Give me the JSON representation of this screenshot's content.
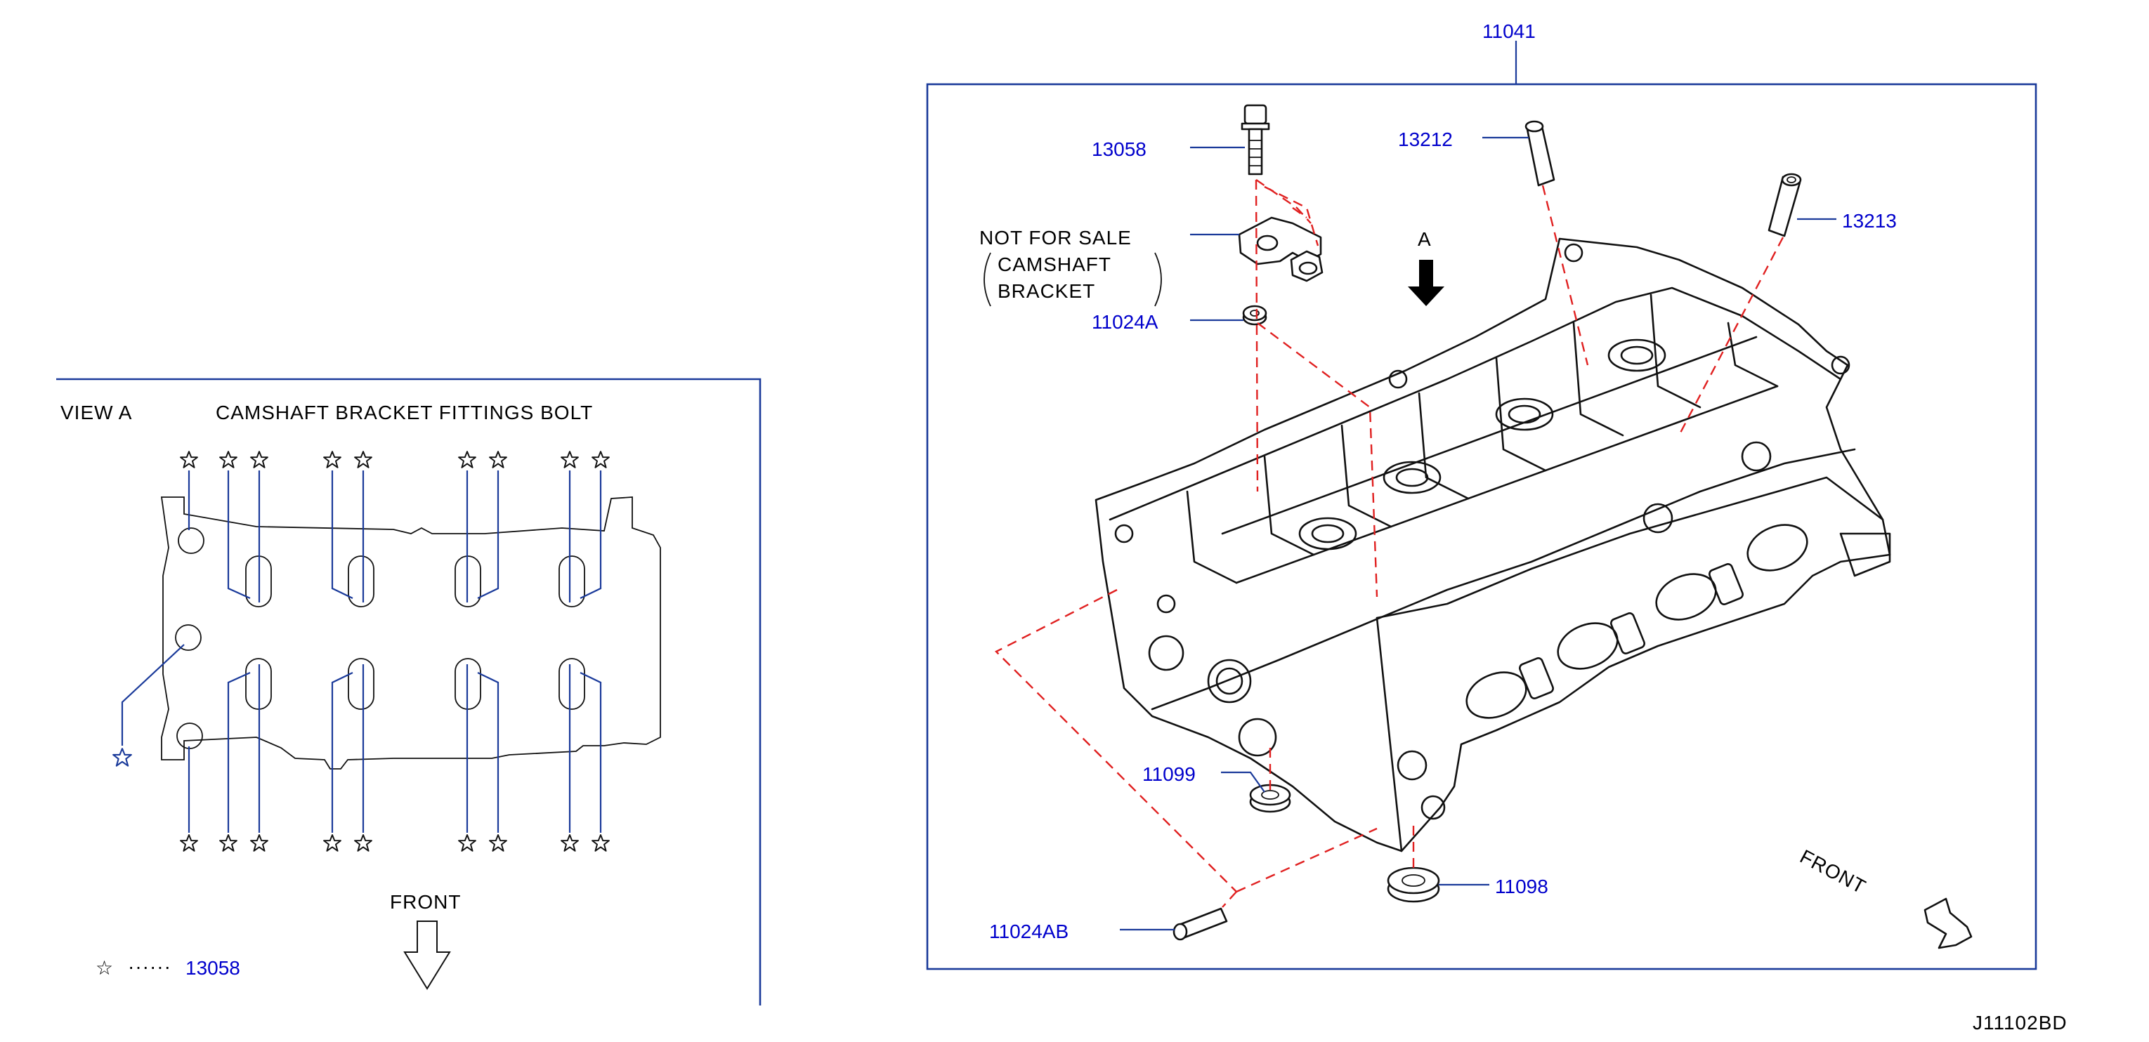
{
  "view_a": {
    "title": "VIEW   A",
    "subtitle": "CAMSHAFT   BRACKET   FITTINGS   BOLT",
    "front_label": "FRONT",
    "legend": {
      "symbol": "☆",
      "dots": "······",
      "part": "13058"
    }
  },
  "main": {
    "callouts": {
      "head_assembly": "11041",
      "bolt": "13058",
      "pin_upper": "13212",
      "pin_right": "13213",
      "dowel_a": "11024A",
      "seal_plug_small": "11099",
      "seal_plug_large": "11098",
      "dowel_ab": "11024AB"
    },
    "not_for_sale": {
      "line1": "NOT  FOR  SALE",
      "line2": "CAMSHAFT",
      "line3": "BRACKET"
    },
    "view_marker": "A",
    "front_label": "FRONT"
  },
  "diagram_code": "J11102BD",
  "colors": {
    "part_number": "#0000cc",
    "leader_line": "#1a3a9a",
    "hidden_line": "#e02020",
    "outline": "#111111"
  }
}
